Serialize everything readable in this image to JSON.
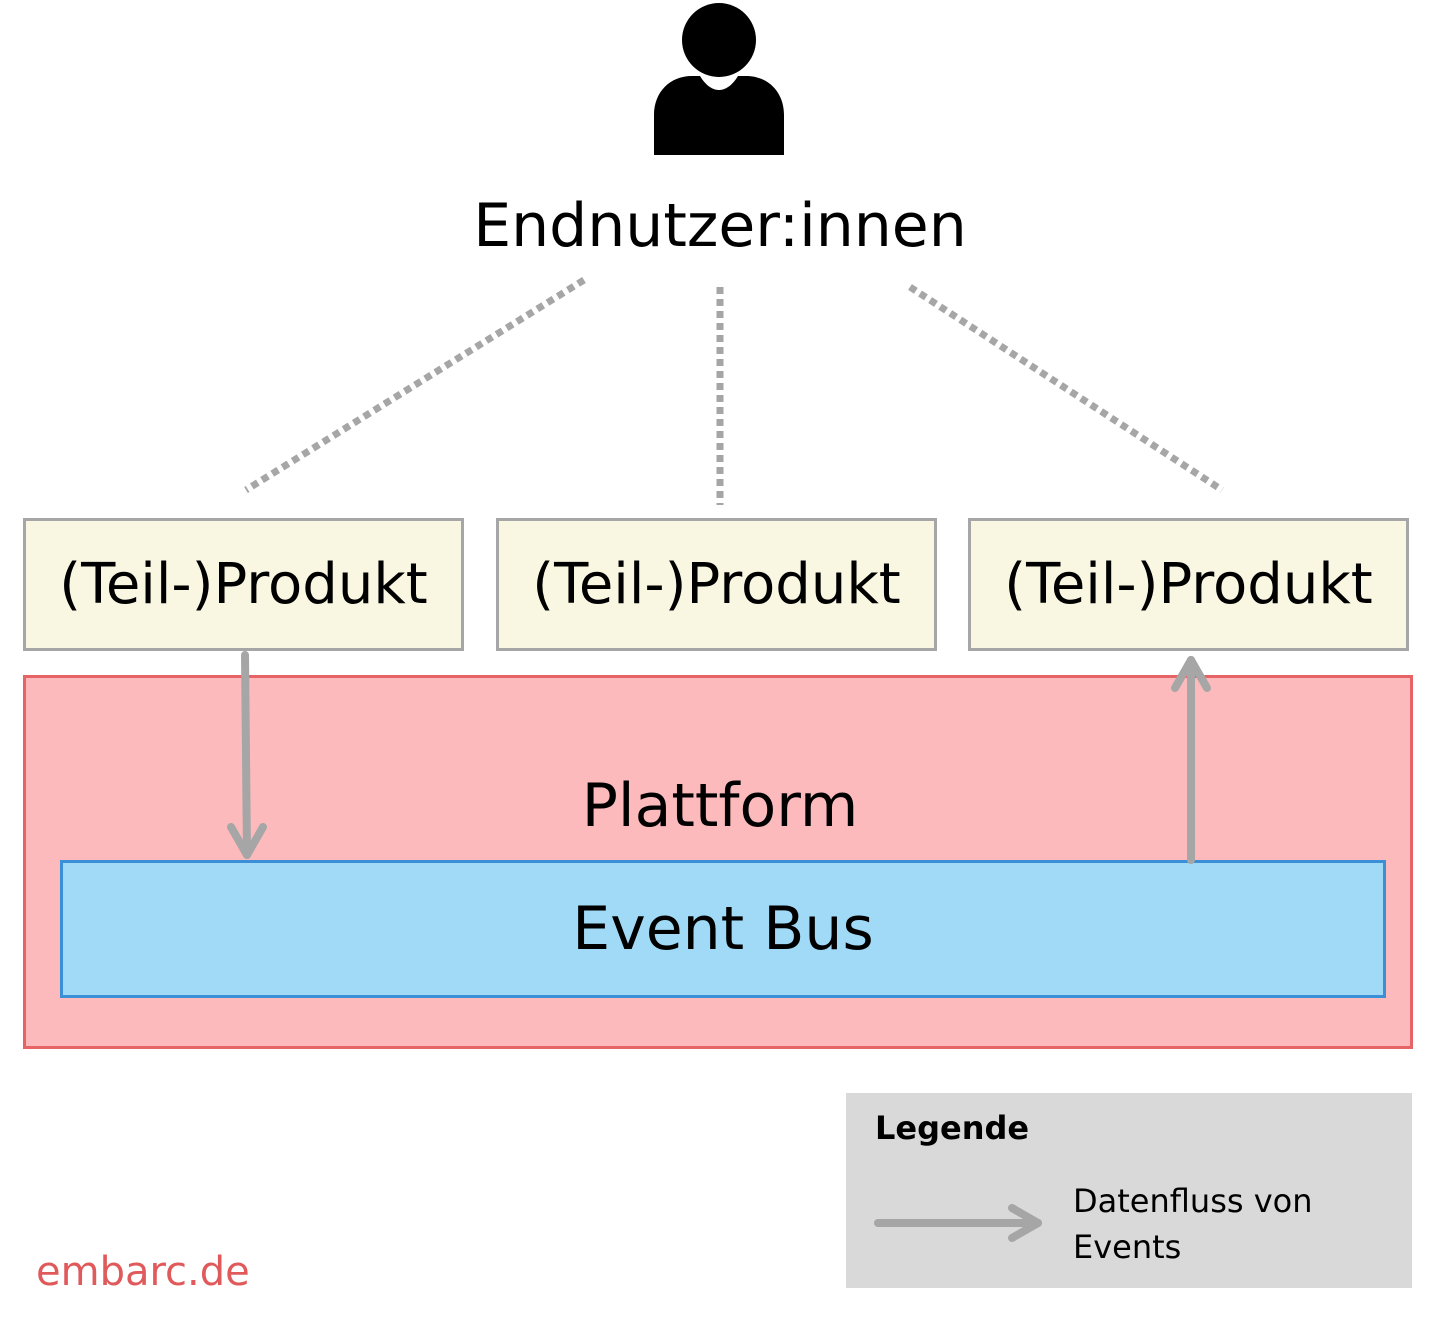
{
  "user": {
    "icon": "person-icon",
    "label": "Endnutzer:innen"
  },
  "products": [
    {
      "label": "(Teil-)Produkt"
    },
    {
      "label": "(Teil-)Produkt"
    },
    {
      "label": "(Teil-)Produkt"
    }
  ],
  "platform": {
    "label": "Plattform",
    "event_bus_label": "Event Bus"
  },
  "legend": {
    "title": "Legende",
    "arrow_label_line1": "Datenfluss von",
    "arrow_label_line2": "Events"
  },
  "brand": "embarc.de",
  "colors": {
    "product_fill": "#f9f6e1",
    "product_border": "#a6a6a6",
    "platform_fill": "#fcbabd",
    "platform_border": "#e66366",
    "event_bus_fill": "#a0daf7",
    "event_bus_border": "#3a8fd6",
    "arrow": "#a6a6a6",
    "legend_fill": "#d9d9d9",
    "brand": "#e05a5c"
  }
}
